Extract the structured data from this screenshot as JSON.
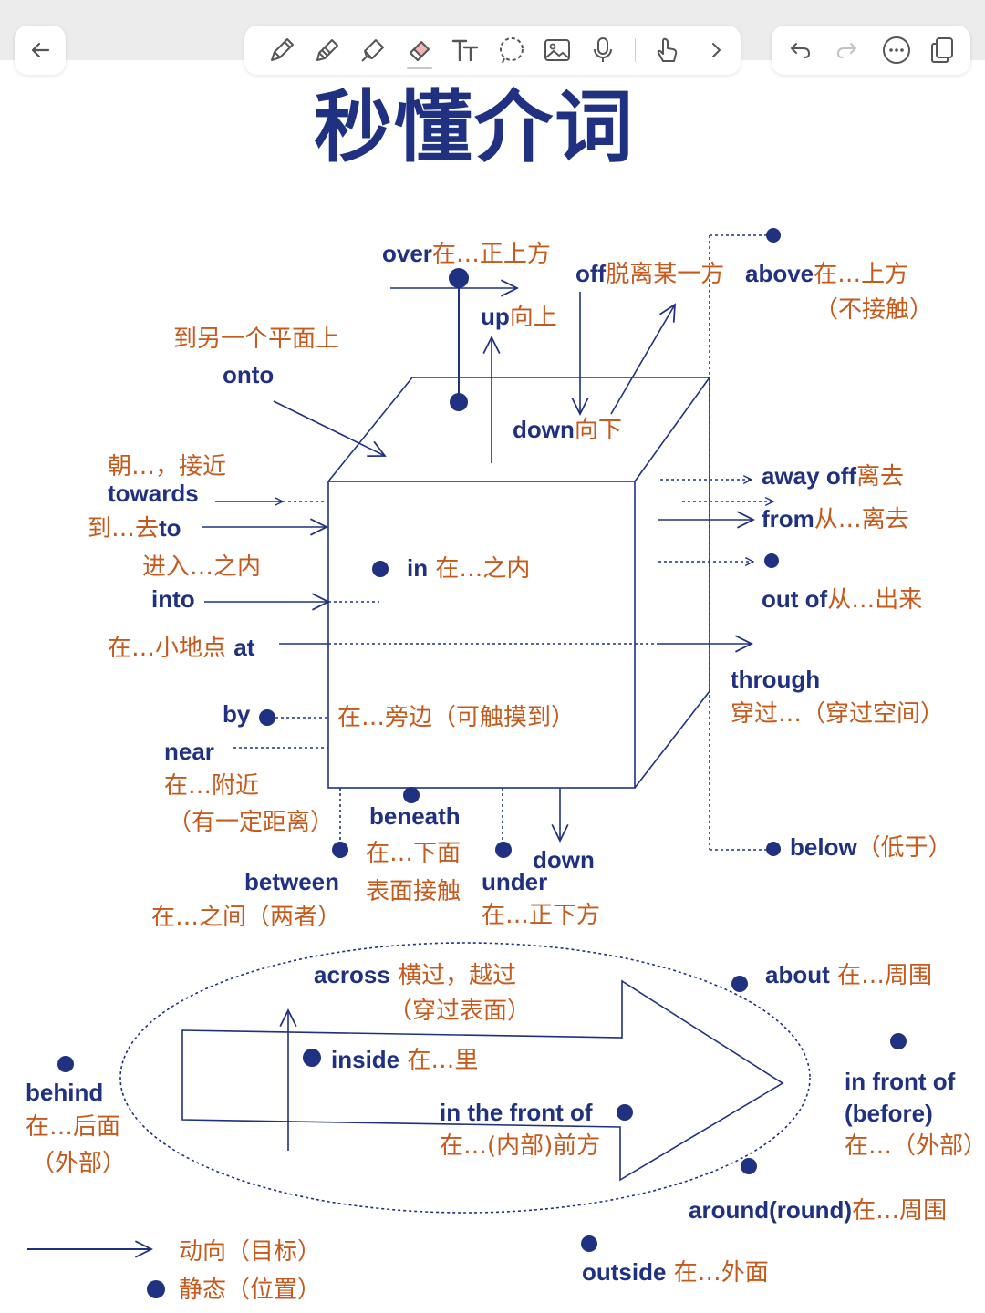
{
  "title": "秒懂介词",
  "toolbar": {
    "back": "back-arrow-icon",
    "tools": [
      "pen-icon",
      "pencil-icon",
      "highlighter-icon",
      "eraser-icon",
      "text-icon",
      "lasso-icon",
      "image-icon",
      "microphone-icon",
      "hand-pointer-icon",
      "chevron-right-icon"
    ],
    "right": [
      "undo-icon",
      "redo-icon",
      "more-icon",
      "pages-icon"
    ]
  },
  "colors": {
    "english": "#1f3180",
    "chinese": "#c55a1d",
    "line": "#1f3180"
  },
  "labels": {
    "over_en": "over",
    "over_cn": "在…正上方",
    "off_en": "off",
    "off_cn": "脱离某一方",
    "above_en": "above",
    "above_cn": "在…上方",
    "above_cn2": "（不接触）",
    "up_en": "up",
    "up_cn": "向上",
    "onto_cn": "到另一个平面上",
    "onto_en": "onto",
    "down_top_en": "down",
    "down_top_cn": "向下",
    "towards_cn": "朝…，接近",
    "towards_en": "towards",
    "to_cn": "到…去",
    "to_en": "to",
    "into_cn": "进入…之内",
    "into_en": "into",
    "at_cn": "在…小地点",
    "at_en": "at",
    "in_en": "in",
    "in_cn": "在…之内",
    "awayoff_en": "away off",
    "awayoff_cn": "离去",
    "from_en": "from",
    "from_cn": "从…离去",
    "outof_en": "out of",
    "outof_cn": "从…出来",
    "through_en": "through",
    "through_cn": "穿过…（穿过空间）",
    "by_en": "by",
    "by_cn": "在…旁边（可触摸到）",
    "near_en": "near",
    "near_cn": "在…附近",
    "near_cn2": "（有一定距离）",
    "beneath_en": "beneath",
    "beneath_cn": "在…下面",
    "beneath_cn2": "表面接触",
    "down_bottom_en": "down",
    "below_en": "below",
    "below_cn": "（低于）",
    "between_en": "between",
    "between_cn": "在…之间（两者）",
    "under_en": "under",
    "under_cn": "在…正下方",
    "across_en": "across",
    "across_cn": "横过，越过",
    "across_cn2": "（穿过表面）",
    "about_en": "about",
    "about_cn": "在…周围",
    "inside_en": "inside",
    "inside_cn": "在…里",
    "behind_en": "behind",
    "behind_cn": "在…后面",
    "behind_cn2": "（外部）",
    "infrontof_en": "in front of",
    "infrontof_en2": "(before)",
    "infrontof_cn": "在…（外部）",
    "inthefrontof_en": "in the front of",
    "inthefrontof_cn": "在…(内部)前方",
    "around_en": "around(round)",
    "around_cn": "在…周围",
    "outside_en": "outside",
    "outside_cn": "在…外面"
  },
  "legend": {
    "arrow_label": "动向（目标）",
    "dot_label": "静态（位置）"
  }
}
